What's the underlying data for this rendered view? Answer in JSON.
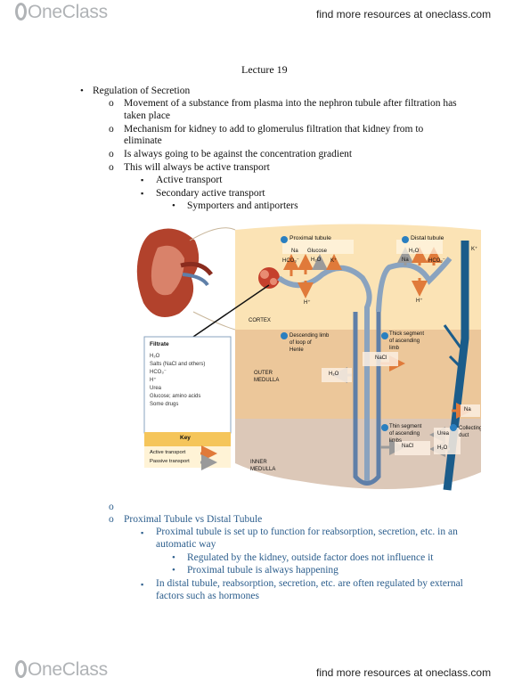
{
  "header": {
    "logo": "OneClass",
    "tagline": "find more resources at oneclass.com"
  },
  "footer": {
    "logo": "OneClass",
    "tagline": "find more resources at oneclass.com"
  },
  "title": "Lecture 19",
  "notes": {
    "b1": "Regulation of Secretion",
    "b1_1a": "Movement of a substance from plasma into the nephron tubule after filtration has",
    "b1_1b": "taken place",
    "b1_2a": "Mechanism for kidney to add to glomerulus filtration that kidney from to",
    "b1_2b": "eliminate",
    "b1_3": "Is always going to be against the concentration gradient",
    "b1_4": "This will always be active transport",
    "b1_4_1": "Active transport",
    "b1_4_2": "Secondary active transport",
    "b1_4_2_1": "Symporters and antiporters",
    "empty_o": "",
    "c1": "Proximal Tubule vs Distal Tubule",
    "c1_1a": "Proximal tubule is set up to function for reabsorption, secretion, etc. in an",
    "c1_1b": "automatic way",
    "c1_1_1": "Regulated by the kidney, outside factor does not influence it",
    "c1_1_2": "Proximal tubule is always happening",
    "c1_2a": "In distal tubule, reabsorption, secretion, etc. are often regulated by external",
    "c1_2b": "factors such as hormones"
  },
  "markers": {
    "dot": "•",
    "o": "o",
    "sq": "▪"
  },
  "figure": {
    "proximal_tubule": "Proximal tubule",
    "distal_tubule": "Distal tubule",
    "prox_na": "Na",
    "prox_glucose": "Glucose",
    "prox_hco3": "HCO₃⁻",
    "prox_h2o": "H₂O",
    "prox_k": "K⁺",
    "prox_h": "H⁺",
    "dist_h2o": "H₂O",
    "dist_na": "Na",
    "dist_hco3": "HCO₃⁻",
    "dist_h": "H⁺",
    "k_right": "K⁺",
    "cortex": "CORTEX",
    "descending_1": "Descending limb",
    "descending_2": "of loop of",
    "descending_3": "Henle",
    "thick_1": "Thick segment",
    "thick_2": "of ascending",
    "thick_3": "limb",
    "outer_1": "OUTER",
    "outer_2": "MEDULLA",
    "h2o_outer": "H₂O",
    "nacl_outer": "NaCl",
    "na_collect": "Na",
    "collecting_1": "Collecting",
    "collecting_2": "duct",
    "thin_1": "Thin segment",
    "thin_2": "of ascending",
    "thin_3": "limbs",
    "urea": "Urea",
    "h2o_inner": "H₂O",
    "nacl_inner": "NaCl",
    "inner_1": "INNER",
    "inner_2": "MEDULLA",
    "filtrate_title": "Filtrate",
    "filtrate_items": [
      "H₂O",
      "Salts (NaCl and others)",
      "HCO₃⁻",
      "H⁺",
      "Urea",
      "Glucose; amino acids",
      "Some drugs"
    ],
    "key_title": "Key",
    "key_active": "Active transport",
    "key_passive": "Passive transport",
    "colors": {
      "cortex": "#fbe3b5",
      "outer": "#ecc79a",
      "inner": "#dcc8b8",
      "tubule": "#8aa3bf",
      "collecting": "#1b5c8a",
      "active": "#e07a3a",
      "passive": "#9a9a9a"
    }
  }
}
